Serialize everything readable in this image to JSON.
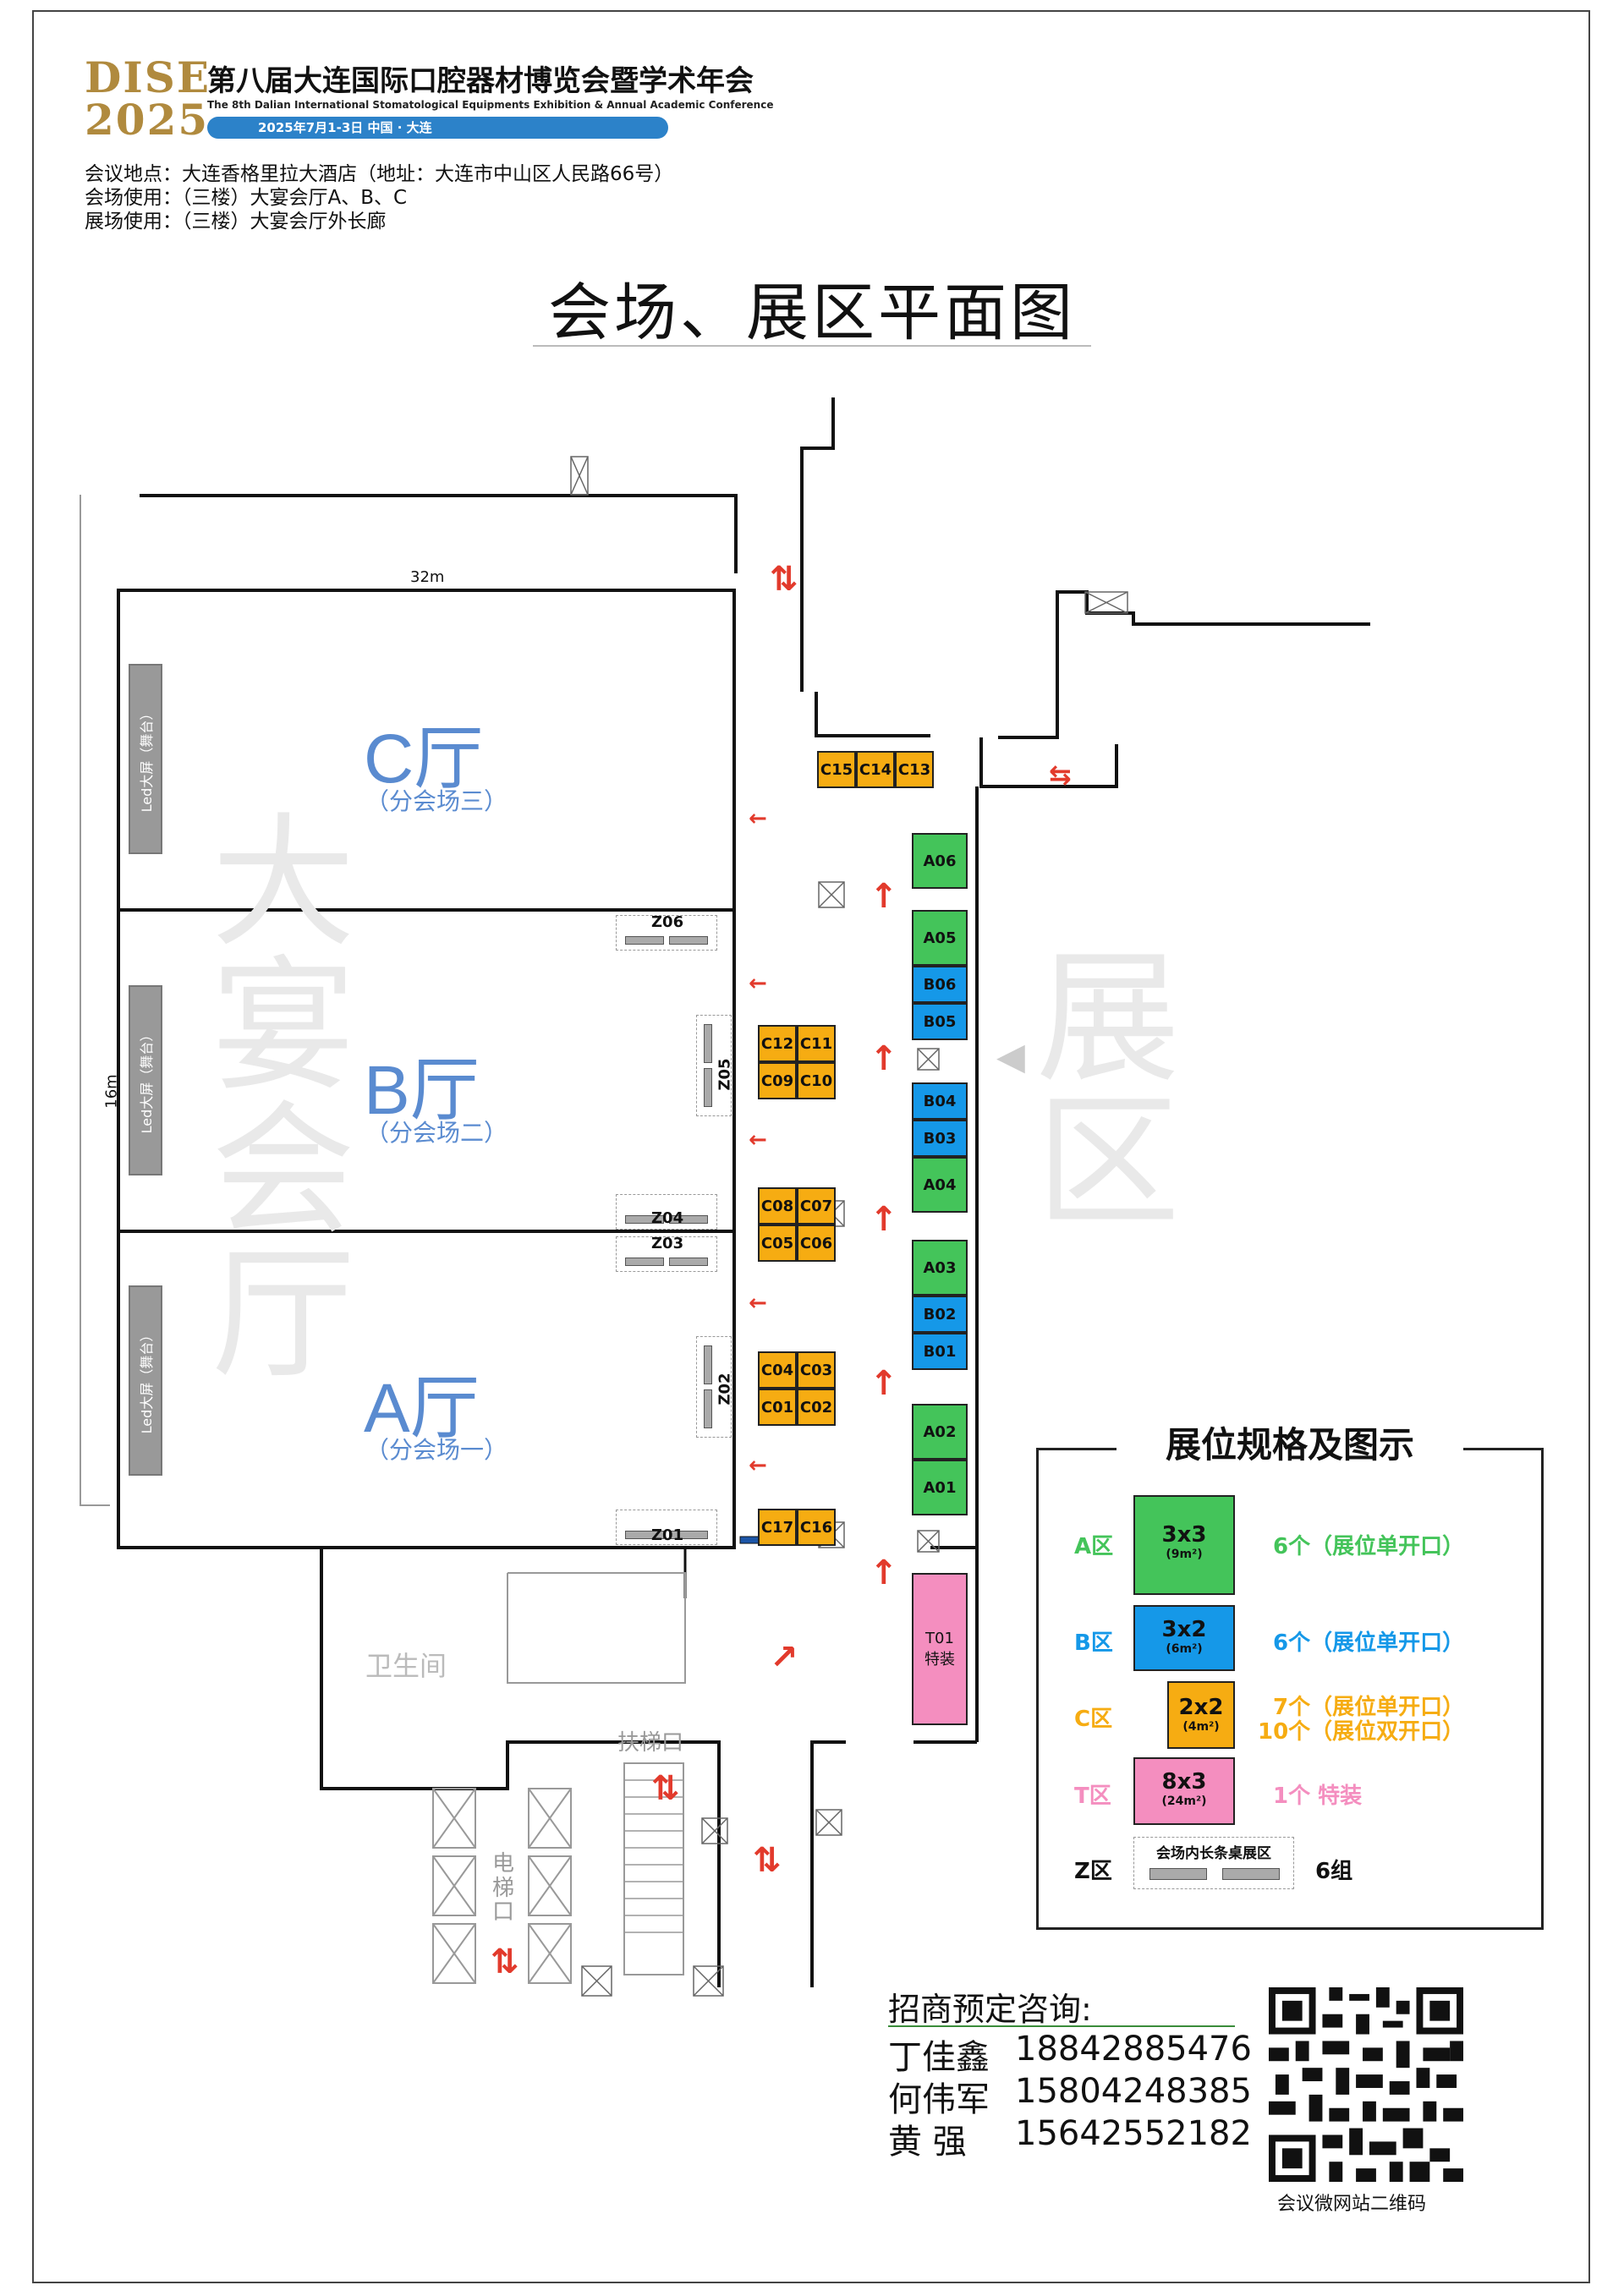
{
  "header": {
    "logo_line1": "DISE",
    "logo_line2": "2025",
    "title": "第八届大连国际口腔器材博览会暨学术年会",
    "subtitle_en": "The 8th Dalian International Stomatological Equipments Exhibition & Annual Academic Conference",
    "date_banner": "2025年7月1-3日   中国 · 大连"
  },
  "info": {
    "venue": "会议地点：大连香格里拉大酒店（地址：大连市中山区人民路66号）",
    "conference_area": "会场使用：（三楼）大宴会厅A、B、C",
    "exhibition_area": "展场使用：（三楼）大宴会厅外长廊"
  },
  "map": {
    "title": "会场、展区平面图",
    "dim_width": "32m",
    "dim_height": "16m",
    "watermark_hall": "大宴会厅",
    "watermark_exhibit": "展区",
    "halls": [
      {
        "name": "C厅",
        "sub": "（分会场三）"
      },
      {
        "name": "B厅",
        "sub": "（分会场二）"
      },
      {
        "name": "A厅",
        "sub": "（分会场一）"
      }
    ],
    "led_label": "Led大屏（舞台）",
    "restroom": "卫生间",
    "escalator": "扶梯口",
    "elevator": "电梯口",
    "z_booths": [
      "Z06",
      "Z05",
      "Z04",
      "Z03",
      "Z02",
      "Z01"
    ],
    "c_booths": [
      "C15",
      "C14",
      "C13",
      "C12",
      "C11",
      "C09",
      "C10",
      "C08",
      "C07",
      "C05",
      "C06",
      "C04",
      "C03",
      "C01",
      "C02",
      "C17",
      "C16"
    ],
    "ab_booths": [
      "A06",
      "A05",
      "B06",
      "B05",
      "B04",
      "B03",
      "A04",
      "A03",
      "B02",
      "B01",
      "A02",
      "A01"
    ],
    "t_booth": "T01\n特装"
  },
  "legend": {
    "title": "展位规格及图示",
    "rows": [
      {
        "zone": "A区",
        "size": "3x3",
        "area": "(9m²)",
        "desc": "6个（展位单开口）",
        "color": "#44c45a"
      },
      {
        "zone": "B区",
        "size": "3x2",
        "area": "(6m²)",
        "desc": "6个（展位单开口）",
        "color": "#1598e8"
      },
      {
        "zone": "C区",
        "size": "2x2",
        "area": "(4m²)",
        "desc": "7个（展位单开口）",
        "desc2": "10个（展位双开口）",
        "color": "#f6ac12"
      },
      {
        "zone": "T区",
        "size": "8x3",
        "area": "(24m²)",
        "desc": "1个   特装",
        "color": "#f48ebf"
      },
      {
        "zone": "Z区",
        "size": "会场内长条桌展区",
        "desc": "6组",
        "color": "#111111"
      }
    ]
  },
  "contact": {
    "title": "招商预定咨询:",
    "people": [
      {
        "name": "丁佳鑫",
        "phone": "18842885476"
      },
      {
        "name": "何伟军",
        "phone": "15804248385"
      },
      {
        "name": "黄   强",
        "phone": "15642552182"
      }
    ],
    "qr_caption": "会议微网站二维码"
  }
}
